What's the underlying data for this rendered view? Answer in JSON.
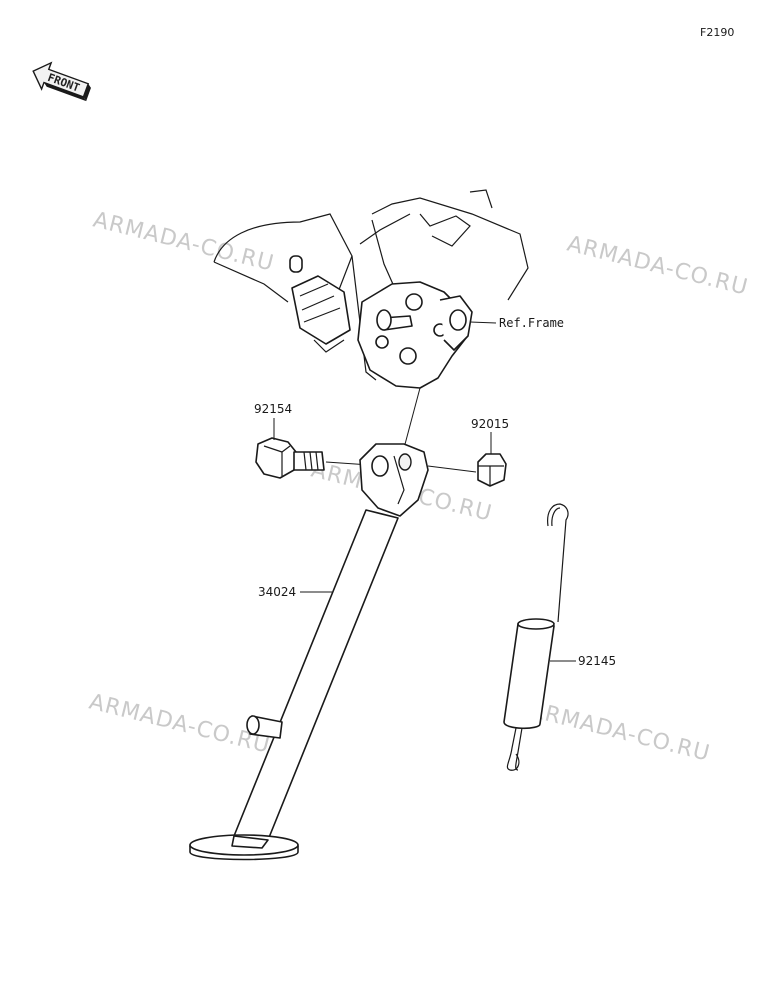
{
  "diagram": {
    "id": "F2190",
    "front_badge": "FRONT",
    "ref_label": "Ref.Frame",
    "parts": {
      "bolt": "92154",
      "nut": "92015",
      "stand": "34024",
      "spring": "92145"
    },
    "watermark": "ARMADA-CO.RU"
  }
}
